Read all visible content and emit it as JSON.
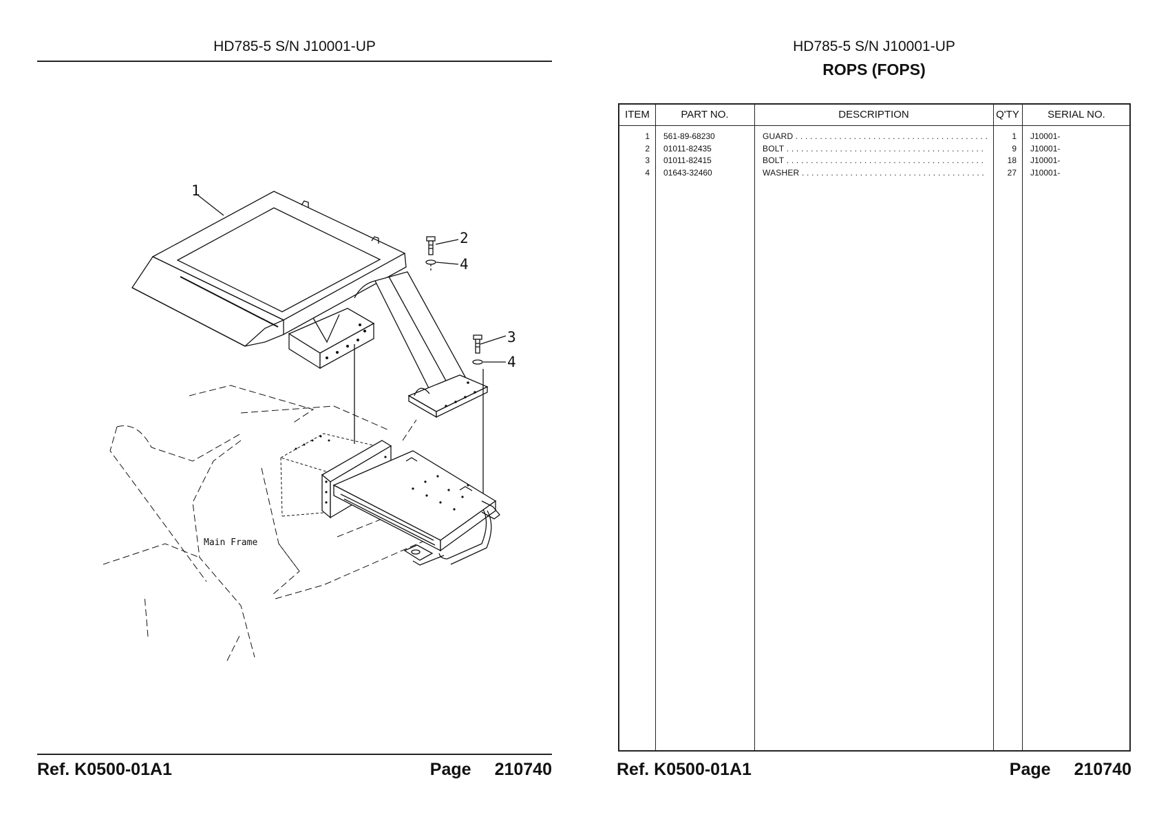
{
  "left_page": {
    "header": "HD785-5 S/N J10001-UP",
    "diagram": {
      "callouts": [
        "1",
        "2",
        "4",
        "3",
        "4"
      ],
      "frame_label": "Main Frame"
    },
    "footer": {
      "ref": "Ref.  K0500-01A1",
      "page_label": "Page",
      "page_number": "210740"
    }
  },
  "right_page": {
    "header": "HD785-5 S/N J10001-UP",
    "section_title": "ROPS (FOPS)",
    "table": {
      "columns": [
        "ITEM",
        "PART NO.",
        "DESCRIPTION",
        "Q'TY",
        "SERIAL NO."
      ],
      "rows": [
        {
          "item": "1",
          "part_no": "561-89-68230",
          "description": "GUARD",
          "qty": "1",
          "serial": "J10001-"
        },
        {
          "item": "2",
          "part_no": "01011-82435",
          "description": "BOLT",
          "qty": "9",
          "serial": "J10001-"
        },
        {
          "item": "3",
          "part_no": "01011-82415",
          "description": "BOLT",
          "qty": "18",
          "serial": "J10001-"
        },
        {
          "item": "4",
          "part_no": "01643-32460",
          "description": "WASHER",
          "qty": "27",
          "serial": "J10001-"
        }
      ]
    },
    "footer": {
      "ref": "Ref.  K0500-01A1",
      "page_label": "Page",
      "page_number": "210740"
    }
  }
}
